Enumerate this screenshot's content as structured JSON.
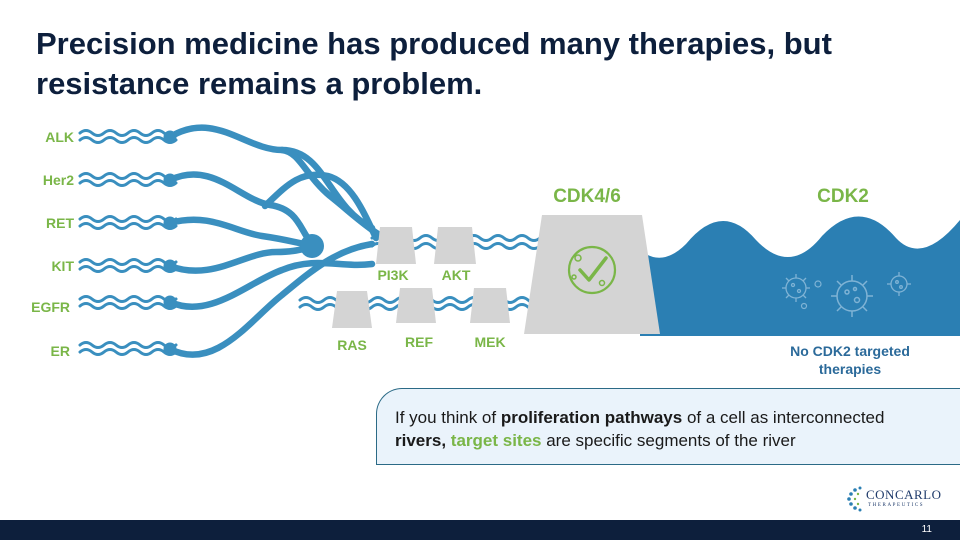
{
  "title": {
    "line1": "Precision medicine has produced many therapies, but",
    "line2": "resistance remains a problem."
  },
  "receptors": [
    "ALK",
    "Her2",
    "RET",
    "KIT",
    "EGFR",
    "ER"
  ],
  "nodes": {
    "pi3k": "PI3K",
    "akt": "AKT",
    "ras": "RAS",
    "ref": "REF",
    "mek": "MEK"
  },
  "cdk46_label": "CDK4/6",
  "cdk2_label": "CDK2",
  "no_cdk2": {
    "line1": "No CDK2 targeted",
    "line2": "therapies"
  },
  "callout": {
    "t1": "If you think of ",
    "b1": "proliferation pathways",
    "t2": " of a cell as interconnected",
    "b2": "rivers,",
    "g1": "target sites",
    "t3": " are specific segments of the river"
  },
  "logo": {
    "name": "CONCARLO",
    "sub": "THERAPEUTICS"
  },
  "page_number": "11",
  "colors": {
    "river": "#3a8fbf",
    "label_green": "#7ab648",
    "title_navy": "#0d1f3c",
    "gate_gray": "#d4d4d4",
    "cdk2_blue": "#2b7fb3"
  }
}
